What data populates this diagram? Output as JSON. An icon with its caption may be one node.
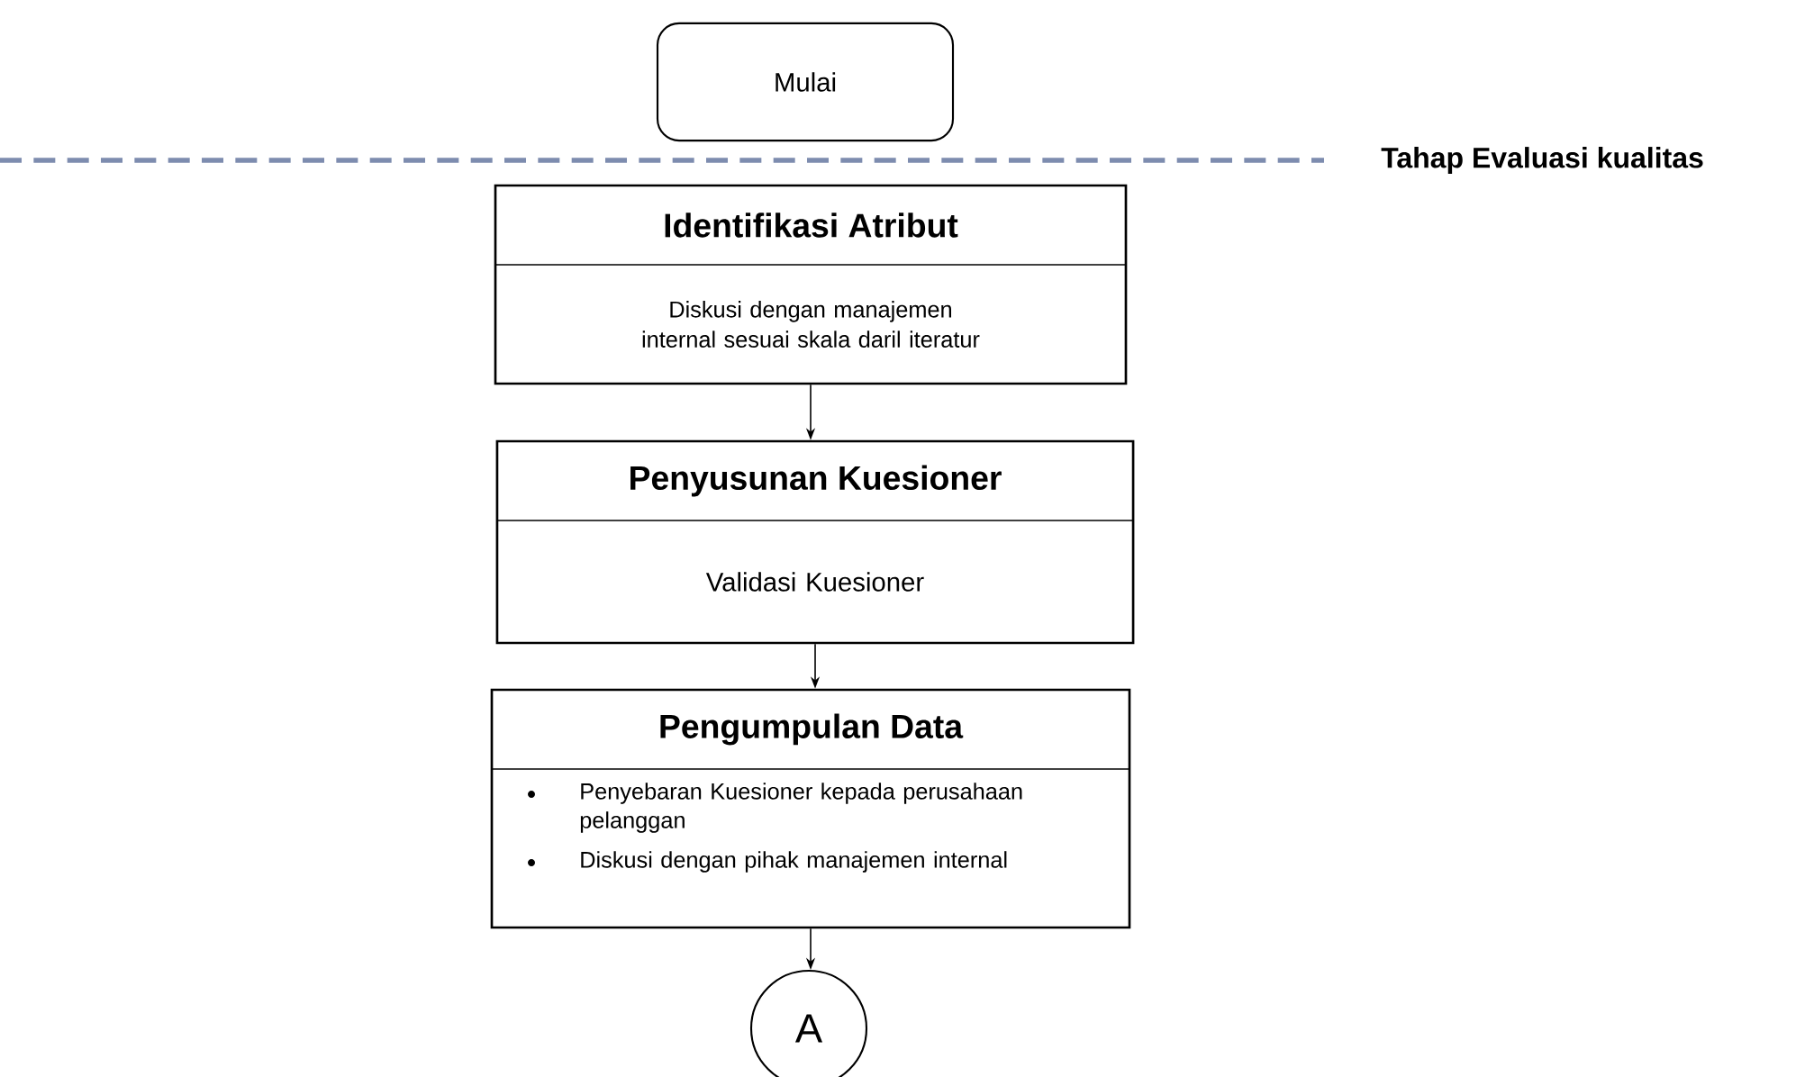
{
  "diagram": {
    "nodes": [
      {
        "text": [
          "Mulai"
        ]
      },
      {
        "text": [
          "Identifikasi Atribut",
          "Diskusi dengan manajemen internal sesuai skala daril iteratur"
        ]
      },
      {
        "text": [
          "Penyusunan Kuesioner",
          "Validasi Kuesioner"
        ]
      },
      {
        "text": [
          "Pengumpulan Data",
          "Penyebaran Kuesioner kepada perusahaan pelanggan",
          "Diskusi dengan pihak manajemen internal"
        ]
      },
      {
        "text": [
          "A"
        ]
      }
    ],
    "edges": [
      {
        "from": 1,
        "to": 2,
        "arrow": "to"
      },
      {
        "from": 2,
        "to": 3,
        "arrow": "to"
      },
      {
        "from": 3,
        "to": 4,
        "arrow": "to"
      }
    ],
    "labels": [
      "Tahap Evaluasi kualitas"
    ]
  }
}
